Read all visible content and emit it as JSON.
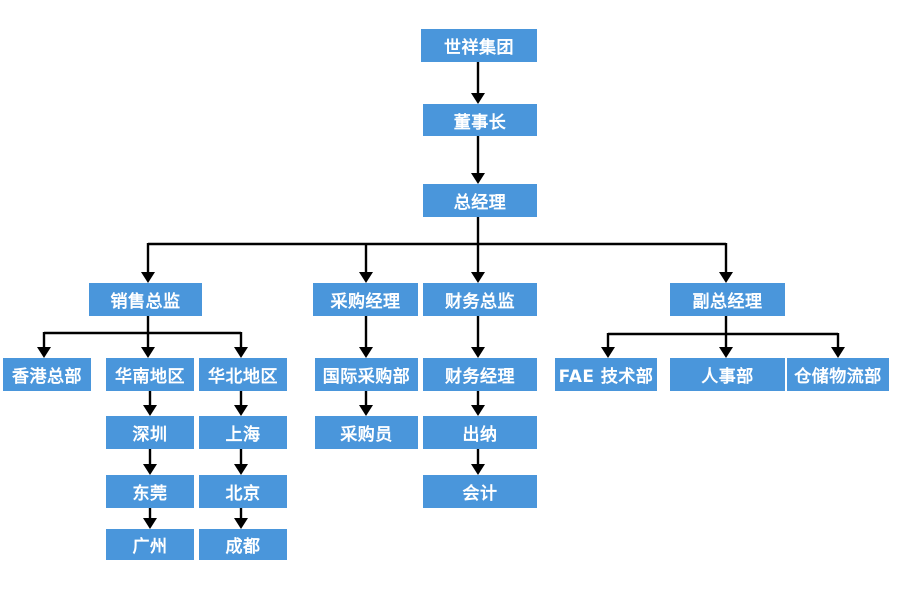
{
  "org": {
    "group": "世祥集团",
    "chairman": "董事长",
    "gm": "总经理",
    "sales_director": "销售总监",
    "purchase_manager": "采购经理",
    "finance_director": "财务总监",
    "deputy_gm": "副总经理",
    "hk_hq": "香港总部",
    "south_region": "华南地区",
    "north_region": "华北地区",
    "shenzhen": "深圳",
    "dongguan": "东莞",
    "guangzhou": "广州",
    "shanghai": "上海",
    "beijing": "北京",
    "chengdu": "成都",
    "intl_purchasing": "国际采购部",
    "buyer": "采购员",
    "finance_manager": "财务经理",
    "cashier": "出纳",
    "accountant": "会计",
    "fae_dept": "FAE 技术部",
    "hr_dept": "人事部",
    "logistics_dept": "仓储物流部"
  },
  "colors": {
    "node_fill": "#4a96db",
    "node_text": "#ffffff",
    "connector": "#000000"
  }
}
